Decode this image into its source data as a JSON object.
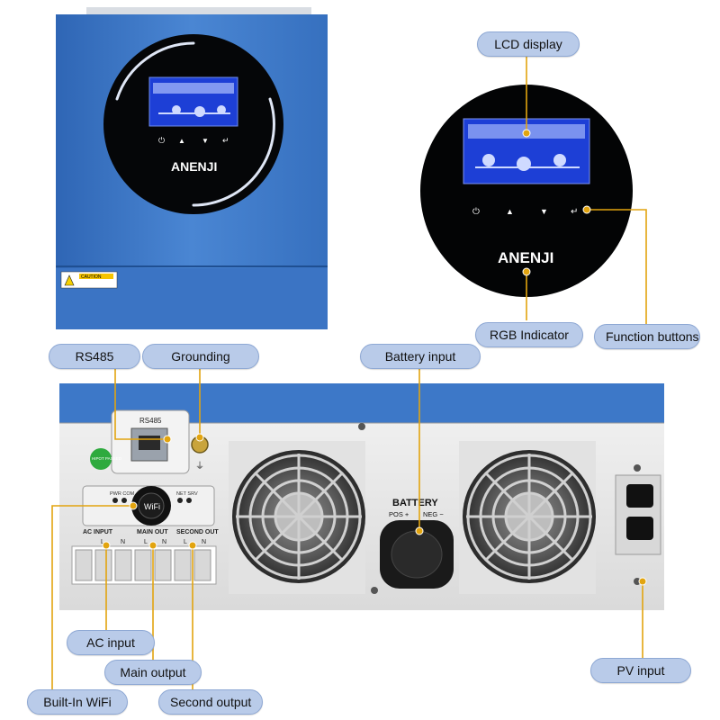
{
  "colors": {
    "panel_blue": "#3d78c8",
    "callout_bg": "#b9cbe9",
    "callout_border": "#8ea8d4",
    "leader": "#e2a40f",
    "lcd": "#1d3fd6",
    "chassis_light": "#e6e6e6"
  },
  "brand": "ANENJI",
  "callouts": {
    "lcd_display": "LCD display",
    "rgb_indicator": "RGB Indicator",
    "function_buttons": "Function buttons",
    "rs485": "RS485",
    "grounding": "Grounding",
    "battery_input": "Battery input",
    "ac_input": "AC input",
    "main_output": "Main output",
    "built_in_wifi": "Built-In WiFi",
    "second_output": "Second output",
    "pv_input": "PV input"
  },
  "device_labels": {
    "caution": "CAUTION",
    "rs485_port": "RS485",
    "hipot": "HIPOT PASSED",
    "pwr_com": "PWR COM",
    "net_srv": "NET SRV",
    "wifi": "WiFi",
    "ac_input": "AC INPUT",
    "main_out": "MAIN OUT",
    "second_out": "SECOND OUT",
    "terminal_l": "L",
    "terminal_n": "N",
    "battery": "BATTERY",
    "pos": "POS +",
    "neg": "NEG −"
  },
  "icons": [
    "power-icon",
    "up-arrow-icon",
    "down-arrow-icon",
    "enter-icon",
    "ground-icon",
    "wifi-icon",
    "fan-icon"
  ]
}
